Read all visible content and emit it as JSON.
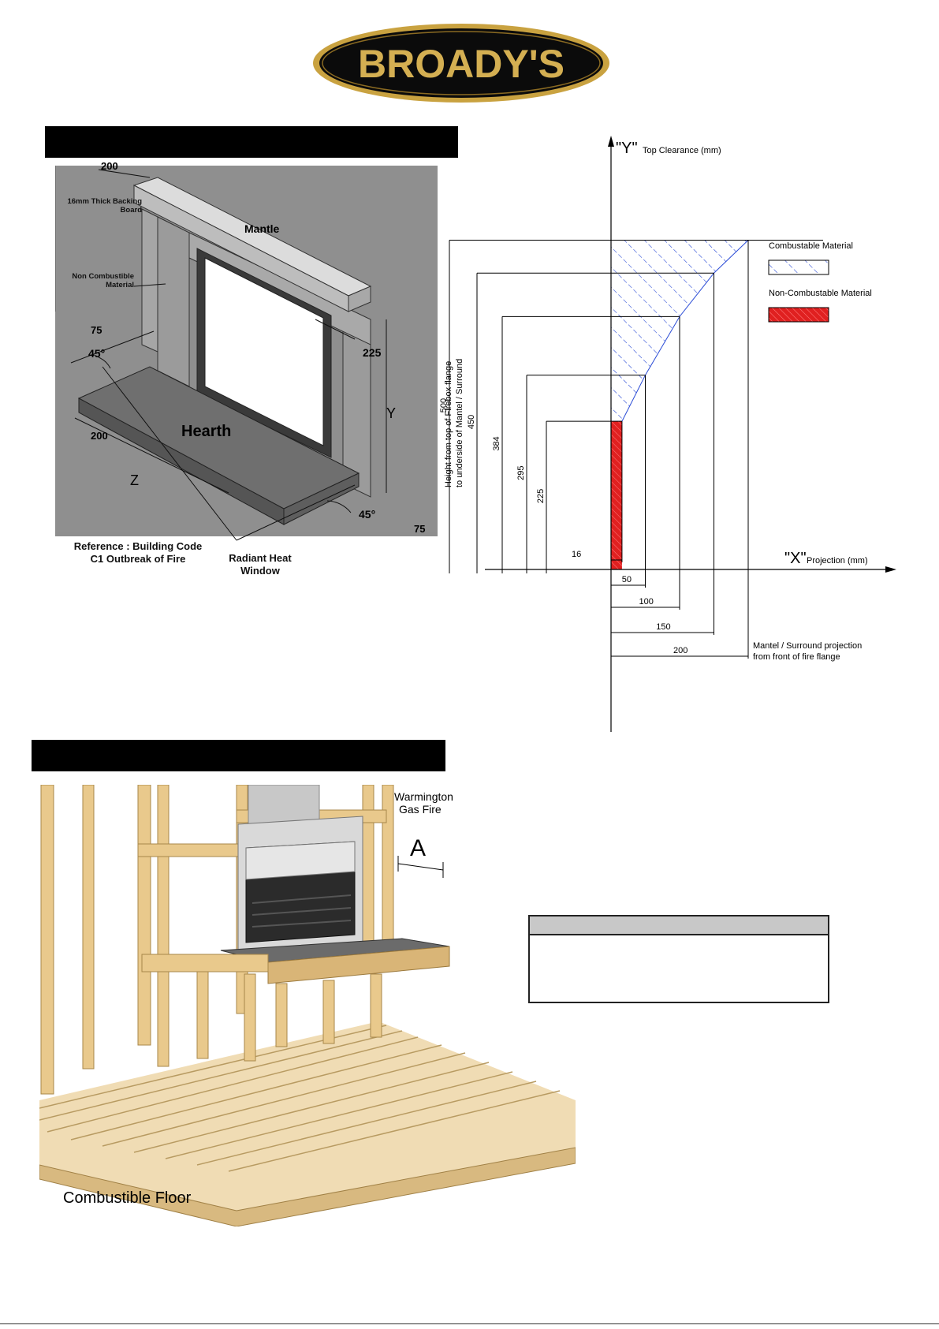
{
  "brand": {
    "logo_text": "BROADY'S"
  },
  "mantle_figure": {
    "labels": {
      "backing_board": "16mm Thick Backing Board",
      "mantle": "Mantle",
      "non_combustible": "Non Combustible Material",
      "hearth": "Hearth",
      "reference": "Reference : Building Code C1 Outbreak of Fire",
      "radiant_heat": "Radiant Heat Window",
      "axis_y": "Y",
      "axis_z": "Z"
    },
    "dims": {
      "top_200": "200",
      "side_75": "75",
      "angle_left": "45°",
      "dim_225": "225",
      "front_200": "200",
      "angle_right": "45°",
      "right_75": "75"
    }
  },
  "clearance_chart": {
    "y_axis_symbol": "\"Y\"",
    "y_axis_label": "Top Clearance (mm)",
    "x_axis_symbol": "\"X\"",
    "x_axis_label": "Projection (mm)",
    "vertical_label_1": "Height from top of Firebox flange",
    "vertical_label_2": "to underside of Mantel / Surround",
    "legend": {
      "combustible": "Combustable Material",
      "non_combustible": "Non-Combustable Material",
      "combustible_color": "#2a4bd6",
      "non_combustible_color": "#e02020"
    },
    "heights": [
      "500",
      "450",
      "384",
      "295",
      "225"
    ],
    "projections": [
      "16",
      "50",
      "100",
      "150",
      "200"
    ],
    "projection_note_1": "Mantel / Surround projection",
    "projection_note_2": "from front of fire flange"
  },
  "chart_data": {
    "type": "area",
    "xlabel": "\"X\" Projection (mm)",
    "ylabel": "\"Y\" Top Clearance (mm)",
    "series": [
      {
        "name": "Combustable Material",
        "x": [
          16,
          50,
          100,
          150,
          200
        ],
        "y": [
          225,
          295,
          384,
          450,
          500
        ]
      }
    ],
    "non_combustible_max_height": 225,
    "non_combustible_projection": 16
  },
  "framing_figure": {
    "label_fire_1": "Warmington",
    "label_fire_2": "Gas Fire",
    "label_a": "A",
    "label_floor": "Combustible Floor"
  }
}
